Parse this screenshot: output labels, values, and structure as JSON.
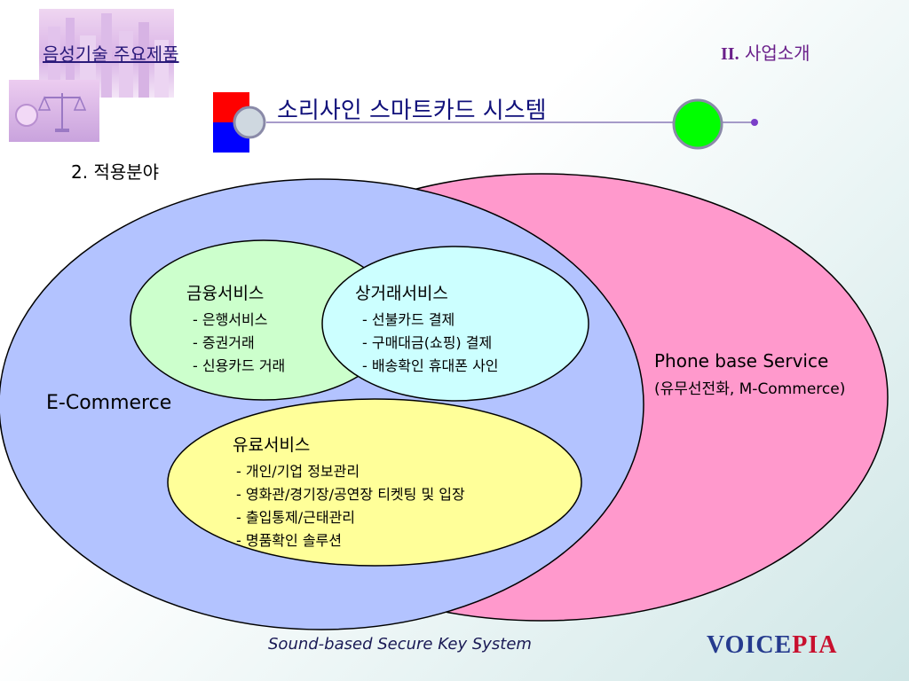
{
  "header": {
    "subject": "음성기술 주요제품",
    "section_num": "II.",
    "section_text": "사업소개",
    "title": "소리사인 스마트카드 시스템"
  },
  "heading": "2.  적용분야",
  "diagram": {
    "phone": {
      "title": "Phone base Service",
      "sub": "(유무선전화, M-Commerce)"
    },
    "ecommerce": {
      "title": "E-Commerce"
    },
    "finance": {
      "title": "금융서비스",
      "items": [
        "- 은행서비스",
        "- 증권거래",
        "- 신용카드 거래"
      ]
    },
    "commerce": {
      "title": "상거래서비스",
      "items": [
        "- 선불카드 결제",
        "- 구매대금(쇼핑) 결제",
        "- 배송확인 휴대폰 사인"
      ]
    },
    "paid": {
      "title": "유료서비스",
      "items": [
        "- 개인/기업 정보관리",
        "- 영화관/경기장/공연장 티켓팅 및 입장",
        "- 출입통제/근태관리",
        "- 명품확인 솔루션"
      ]
    }
  },
  "colors": {
    "phone_fill": "#ff99cc",
    "ecommerce_fill": "#b3c3ff",
    "finance_fill": "#ccffcc",
    "commerce_fill": "#ccffff",
    "paid_fill": "#ffff99",
    "title_color": "#10107a",
    "accent_red": "#ff0000",
    "accent_blue": "#0000ff",
    "accent_green": "#00ff00"
  },
  "footer": {
    "text": "Sound-based Secure Key System"
  },
  "logo": {
    "part1": "VOICE",
    "part2": "PIA"
  }
}
